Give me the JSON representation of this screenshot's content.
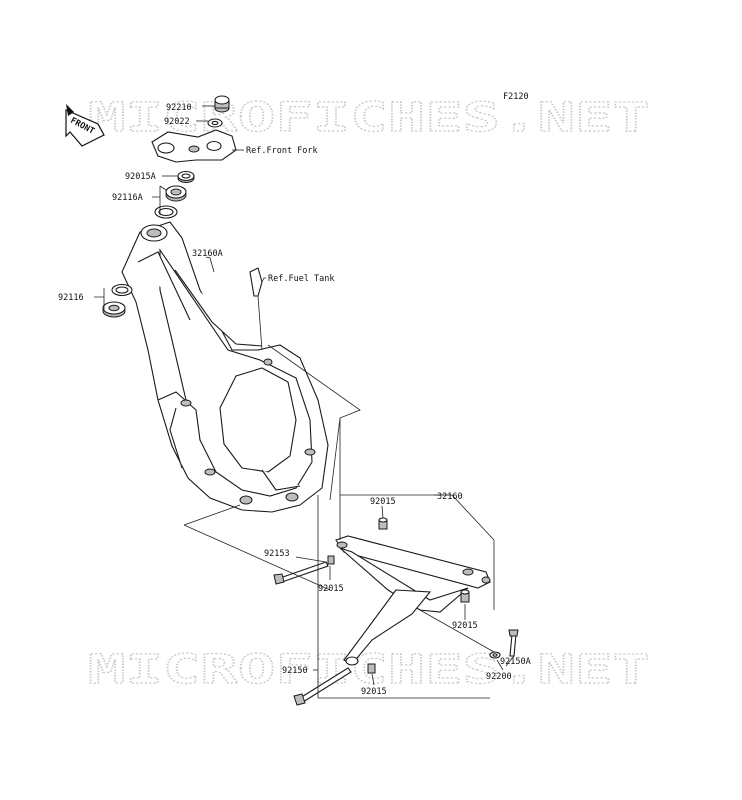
{
  "diagram": {
    "figure_code": "F2120",
    "watermark": "MICROFICHES.NET",
    "front_label": "FRONT",
    "labels": {
      "p92210": "92210",
      "p92022": "92022",
      "ref_front_fork": "Ref.Front Fork",
      "p92015A": "92015A",
      "p92116A": "92116A",
      "p32160A": "32160A",
      "ref_fuel_tank": "Ref.Fuel Tank",
      "p92116": "92116",
      "p92015_top": "92015",
      "p32160": "32160",
      "p92153": "92153",
      "p92015_mid": "92015",
      "p92015_right": "92015",
      "p92150A": "92150A",
      "p92150": "92150",
      "p92200": "92200",
      "p92015_bottom": "92015"
    }
  }
}
